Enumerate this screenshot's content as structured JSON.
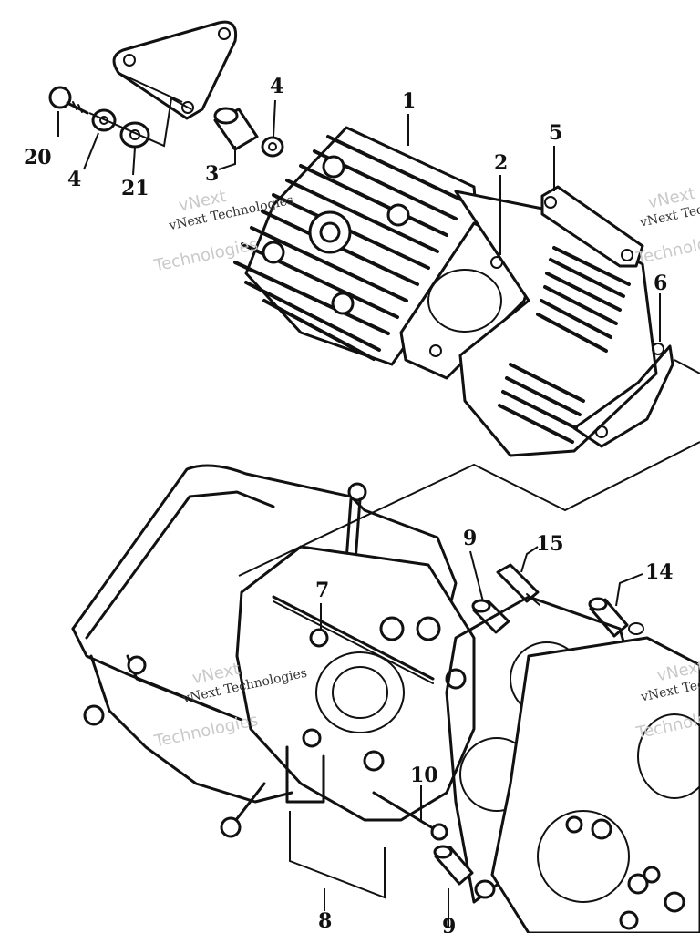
{
  "callouts": {
    "c1": "1",
    "c2": "2",
    "c3": "3",
    "c4a": "4",
    "c4b": "4",
    "c5": "5",
    "c6": "6",
    "c7": "7",
    "c8": "8",
    "c9a": "9",
    "c9b": "9",
    "c10": "10",
    "c14": "14",
    "c15": "15",
    "c20": "20",
    "c21": "21"
  },
  "watermarks": {
    "w1_company": "vNext Technologies",
    "w1_line1": "vNext",
    "w1_line2": "Technologies",
    "w2_company": "vNext Technologies",
    "w2_line1": "vNext",
    "w2_line2": "Technologies",
    "w3_company": "vNext Technologies",
    "w3_line1": "vNext",
    "w3_line2": "Technologies",
    "w4_company": "vNext Technologies",
    "w4_line1": "vNext",
    "w4_line2": "Technologies"
  }
}
